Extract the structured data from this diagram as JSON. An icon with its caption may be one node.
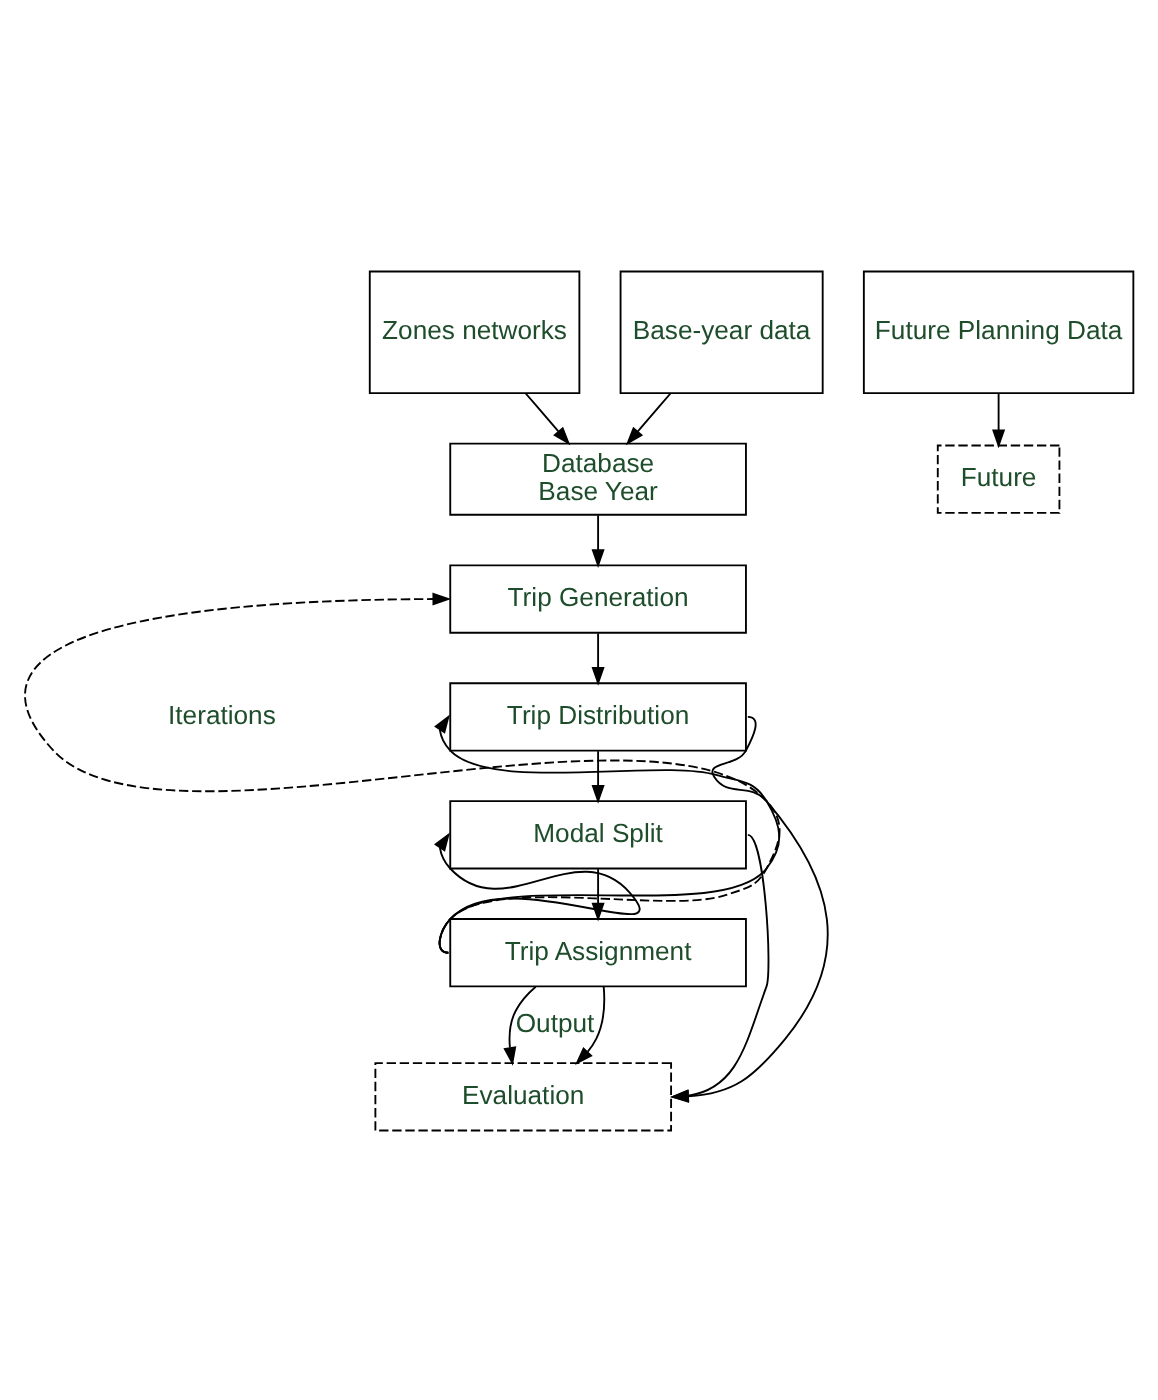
{
  "diagram": {
    "nodes": [
      {
        "text": [
          "Zones networks"
        ]
      },
      {
        "text": [
          "Base-year data"
        ]
      },
      {
        "text": [
          "Future Planning Data"
        ]
      },
      {
        "text": [
          "Database",
          "Base Year"
        ]
      },
      {
        "text": [
          "Future"
        ]
      },
      {
        "text": [
          "Trip Generation"
        ]
      },
      {
        "text": [
          "Trip Distribution"
        ]
      },
      {
        "text": [
          "Modal Split"
        ]
      },
      {
        "text": [
          "Trip Assignment"
        ]
      },
      {
        "text": [
          "Evaluation"
        ]
      }
    ],
    "edges": [
      {
        "from": 0,
        "to": 3,
        "arrow": "to"
      },
      {
        "from": 1,
        "to": 3,
        "arrow": "to"
      },
      {
        "from": 2,
        "to": 4,
        "arrow": "to"
      },
      {
        "from": 3,
        "to": 5,
        "arrow": "to"
      },
      {
        "from": 5,
        "to": 6,
        "arrow": "to"
      },
      {
        "from": 6,
        "to": 7,
        "arrow": "to"
      },
      {
        "from": 7,
        "to": 8,
        "arrow": "to"
      },
      {
        "from": 8,
        "to": 9,
        "arrow": "to",
        "label": "Output"
      },
      {
        "from": 8,
        "to": 5,
        "arrow": "to",
        "style": "dashed"
      },
      {
        "from": 8,
        "to": 6,
        "arrow": "to"
      },
      {
        "from": 8,
        "to": 7,
        "arrow": "to"
      },
      {
        "from": 6,
        "to": 9,
        "arrow": "to"
      },
      {
        "from": 7,
        "to": 9,
        "arrow": "to"
      },
      {
        "from": 8,
        "to": 9,
        "arrow": "to"
      }
    ],
    "labels": [
      "Iterations"
    ]
  }
}
